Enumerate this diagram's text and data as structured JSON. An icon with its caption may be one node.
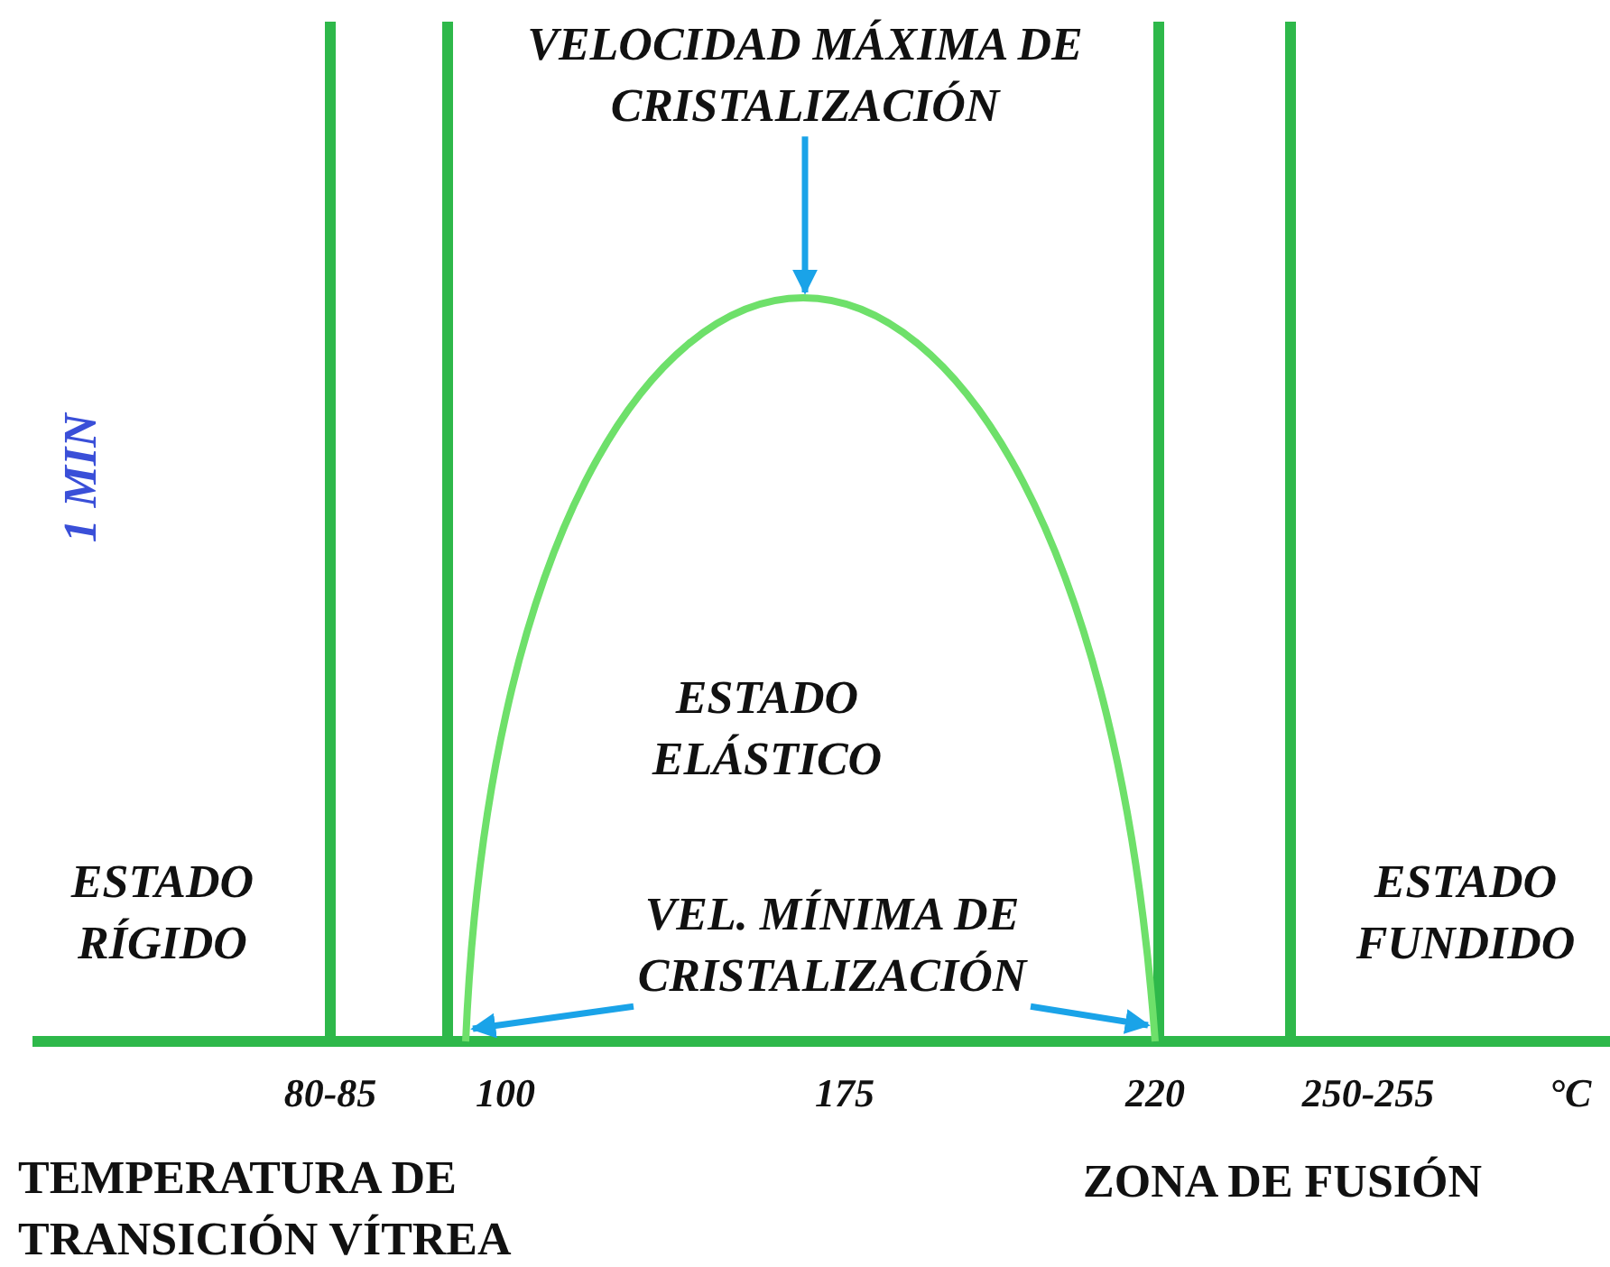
{
  "diagram": {
    "nodes": [
      {
        "text": [
          "VELOCIDAD MÁXIMA DE CRISTALIZACIÓN"
        ]
      },
      {
        "text": [
          "VEL. MÍNIMA DE CRISTALIZACIÓN"
        ]
      }
    ],
    "edges": [
      {
        "from": 0,
        "to": null,
        "arrow": "to"
      },
      {
        "from": 1,
        "to": null,
        "arrow": "to"
      },
      {
        "from": 1,
        "to": null,
        "arrow": "to"
      }
    ],
    "labels": [
      "1 MIN",
      "ESTADO ELÁSTICO",
      "ESTADO RÍGIDO",
      "ESTADO FUNDIDO",
      "80-85",
      "100",
      "175",
      "220",
      "250-255",
      "°C",
      "TEMPERATURA DE TRANSICIÓN VÍTREA",
      "ZONA DE FUSIÓN"
    ]
  }
}
